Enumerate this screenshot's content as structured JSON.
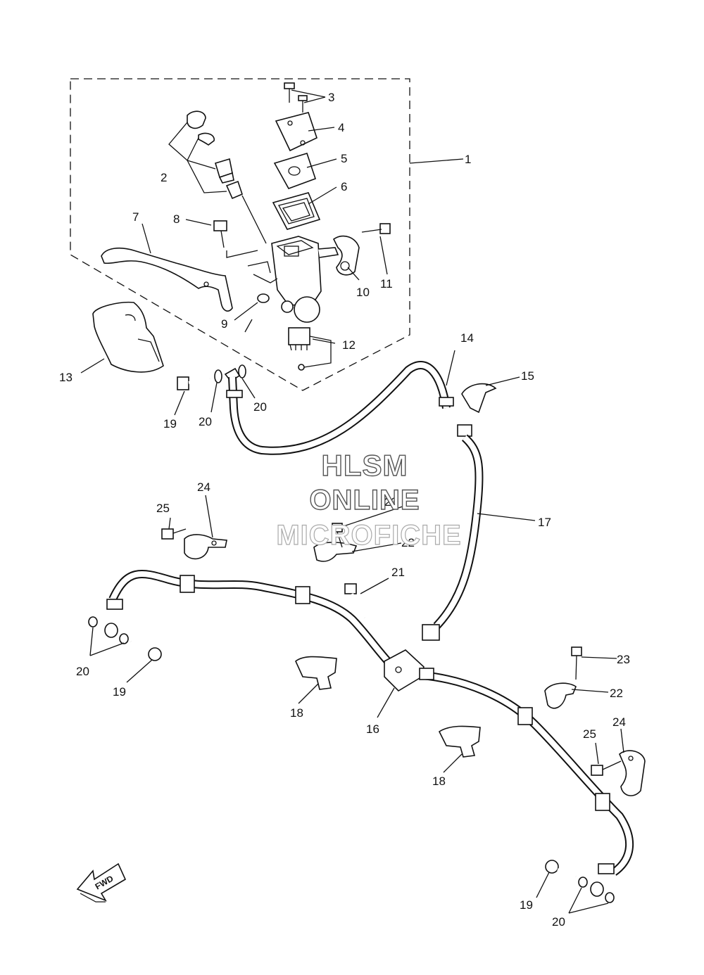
{
  "watermark": {
    "line1": "HLSM",
    "line2": "ONLINE",
    "line3": "MICROFICHE"
  },
  "direction_arrow": {
    "label": "FWD",
    "icon": "fwd-arrow-icon"
  },
  "callouts": [
    {
      "id": "c1",
      "text": "1"
    },
    {
      "id": "c2",
      "text": "2"
    },
    {
      "id": "c3",
      "text": "3"
    },
    {
      "id": "c4",
      "text": "4"
    },
    {
      "id": "c5",
      "text": "5"
    },
    {
      "id": "c6",
      "text": "6"
    },
    {
      "id": "c7",
      "text": "7"
    },
    {
      "id": "c8",
      "text": "8"
    },
    {
      "id": "c9",
      "text": "9"
    },
    {
      "id": "c10",
      "text": "10"
    },
    {
      "id": "c11",
      "text": "11"
    },
    {
      "id": "c12",
      "text": "12"
    },
    {
      "id": "c13",
      "text": "13"
    },
    {
      "id": "c14",
      "text": "14"
    },
    {
      "id": "c15",
      "text": "15"
    },
    {
      "id": "c16",
      "text": "16"
    },
    {
      "id": "c17",
      "text": "17"
    },
    {
      "id": "c18a",
      "text": "18"
    },
    {
      "id": "c18b",
      "text": "18"
    },
    {
      "id": "c19a",
      "text": "19"
    },
    {
      "id": "c19b",
      "text": "19"
    },
    {
      "id": "c19c",
      "text": "19"
    },
    {
      "id": "c20a",
      "text": "20"
    },
    {
      "id": "c20b",
      "text": "20"
    },
    {
      "id": "c20c",
      "text": "20"
    },
    {
      "id": "c20d",
      "text": "20"
    },
    {
      "id": "c21",
      "text": "21"
    },
    {
      "id": "c22a",
      "text": "22"
    },
    {
      "id": "c22b",
      "text": "22"
    },
    {
      "id": "c23a",
      "text": "23"
    },
    {
      "id": "c23b",
      "text": "23"
    },
    {
      "id": "c24a",
      "text": "24"
    },
    {
      "id": "c24b",
      "text": "24"
    },
    {
      "id": "c25a",
      "text": "25"
    },
    {
      "id": "c25b",
      "text": "25"
    }
  ]
}
